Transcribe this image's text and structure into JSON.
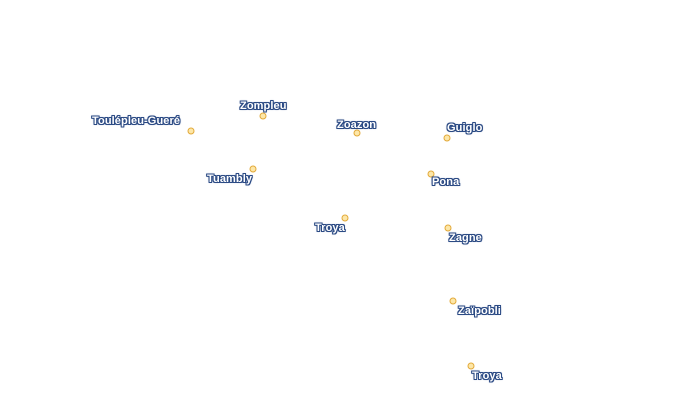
{
  "colors": {
    "label_fill": "#ffffff",
    "label_halo": "#2b4a84",
    "marker_fill": "#fde7a8",
    "marker_stroke": "#e2a93a"
  },
  "places": [
    {
      "name": "Toulépleu-Gueré",
      "icon": "town-marker-icon"
    },
    {
      "name": "Zompleu",
      "icon": "town-marker-icon"
    },
    {
      "name": "Zoazon",
      "icon": "town-marker-icon"
    },
    {
      "name": "Guiglo",
      "icon": "town-marker-icon"
    },
    {
      "name": "Tuambly",
      "icon": "town-marker-icon"
    },
    {
      "name": "Pona",
      "icon": "town-marker-icon"
    },
    {
      "name": "Troya",
      "icon": "town-marker-icon"
    },
    {
      "name": "Zagne",
      "icon": "town-marker-icon"
    },
    {
      "name": "Zaïpobli",
      "icon": "town-marker-icon"
    },
    {
      "name": "Troya",
      "icon": "town-marker-icon"
    }
  ]
}
